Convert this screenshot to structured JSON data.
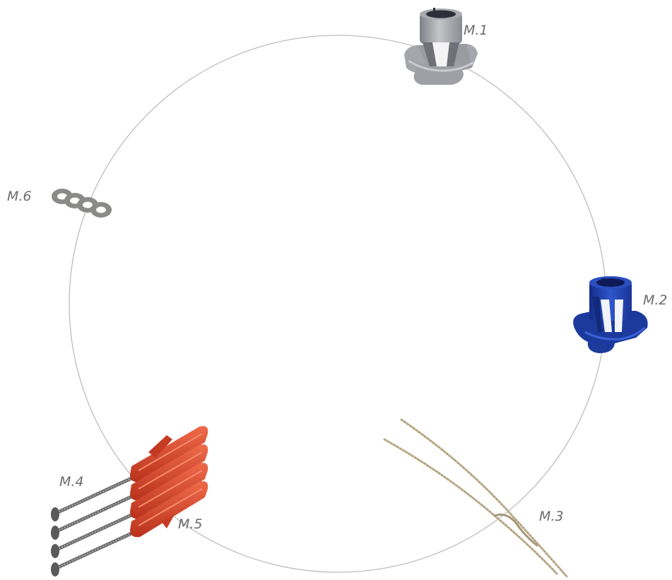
{
  "parts": [
    {
      "id": "m1",
      "label": "M.1",
      "kind": "spacer-cap",
      "color": "#9c9ea3"
    },
    {
      "id": "m2",
      "label": "M.2",
      "kind": "spacer-cap",
      "color": "#1f3fa8"
    },
    {
      "id": "m3",
      "label": "M.3",
      "kind": "wire-tie",
      "color": "#c8b89a"
    },
    {
      "id": "m4",
      "label": "M.4",
      "kind": "screws",
      "color": "#6e6e6e"
    },
    {
      "id": "m5",
      "label": "M.5",
      "kind": "wall-plugs",
      "color": "#d8452b"
    },
    {
      "id": "m6",
      "label": "M.6",
      "kind": "washers",
      "color": "#8a8a88"
    }
  ],
  "colors": {
    "circle": "#bdbdbd",
    "label": "#6b6b6b"
  }
}
